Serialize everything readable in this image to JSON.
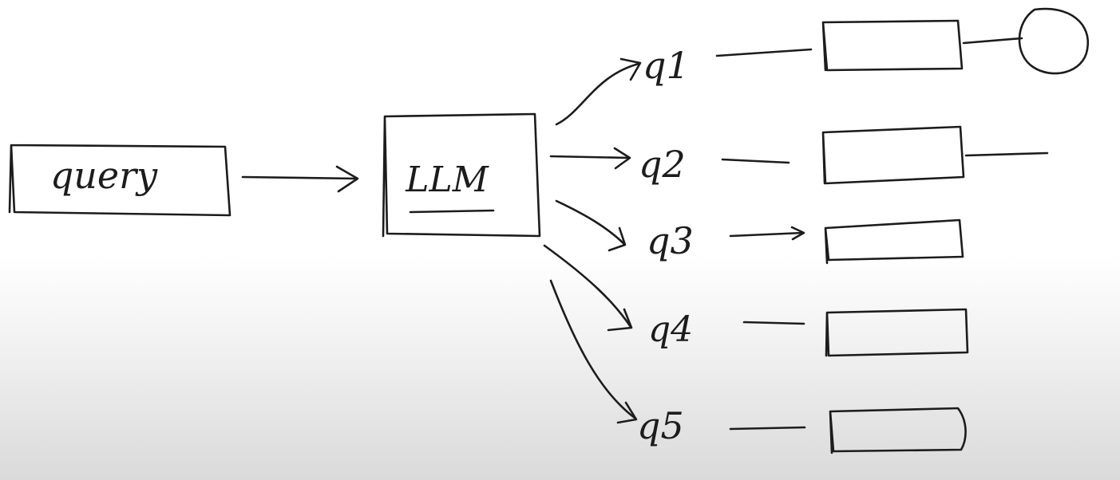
{
  "diagram": {
    "input_node": {
      "label": "query"
    },
    "model_node": {
      "label": "LLM"
    },
    "sub_queries": [
      {
        "label": "q1"
      },
      {
        "label": "q2"
      },
      {
        "label": "q3"
      },
      {
        "label": "q4"
      },
      {
        "label": "q5"
      }
    ]
  }
}
